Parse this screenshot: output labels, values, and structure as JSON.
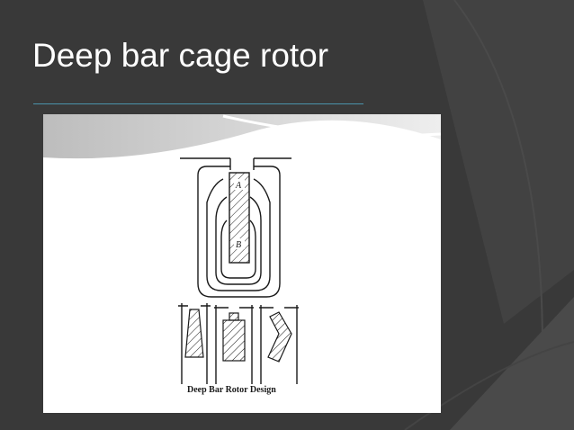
{
  "slide": {
    "title": "Deep bar cage rotor"
  },
  "figure": {
    "label_top_region": "A",
    "label_bottom_region": "B",
    "caption": "Deep Bar Rotor Design"
  },
  "colors": {
    "background": "#393939",
    "background_panels": "#454545",
    "title_text": "#ffffff",
    "title_rule": "#4b93ab",
    "content_panel": "#ffffff",
    "drawing_ink": "#1a1a1a"
  }
}
